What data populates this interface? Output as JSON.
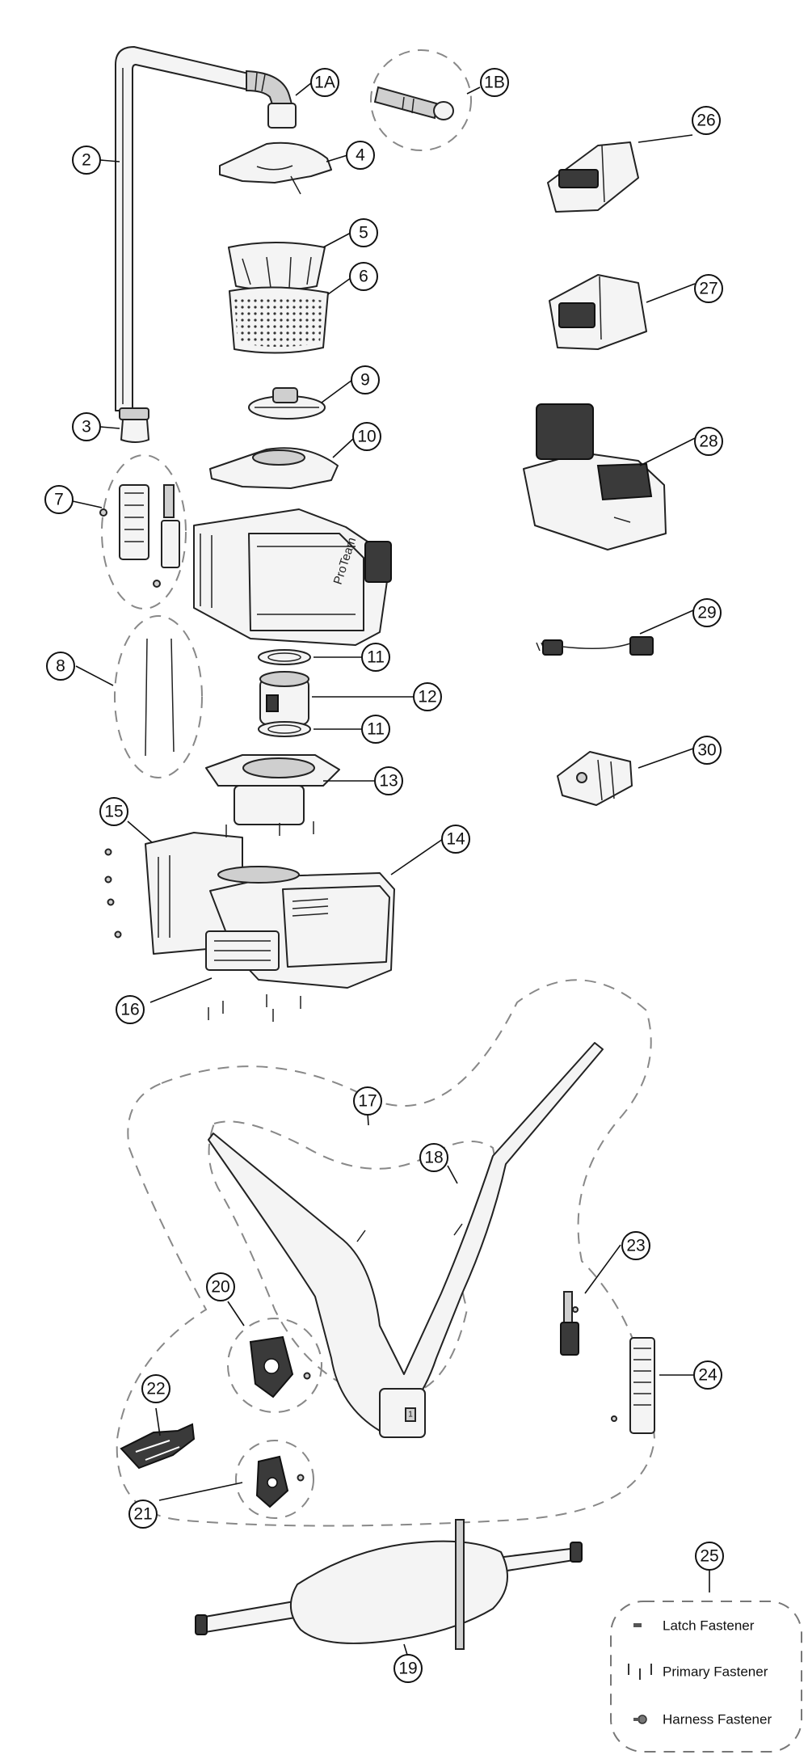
{
  "callouts": {
    "c1A": "1A",
    "c1B": "1B",
    "c2": "2",
    "c3": "3",
    "c4": "4",
    "c5": "5",
    "c6": "6",
    "c7": "7",
    "c8": "8",
    "c9": "9",
    "c10": "10",
    "c11a": "11",
    "c11b": "11",
    "c12": "12",
    "c13": "13",
    "c14": "14",
    "c15": "15",
    "c16": "16",
    "c17": "17",
    "c18": "18",
    "c19": "19",
    "c20": "20",
    "c21": "21",
    "c22": "22",
    "c23": "23",
    "c24": "24",
    "c25": "25",
    "c26": "26",
    "c27": "27",
    "c28": "28",
    "c29": "29",
    "c30": "30"
  },
  "housing_label": "ProTeam",
  "harness_badge": "1",
  "legend": {
    "latch": "Latch Fastener",
    "primary": "Primary Fastener",
    "harness": "Harness Fastener"
  }
}
